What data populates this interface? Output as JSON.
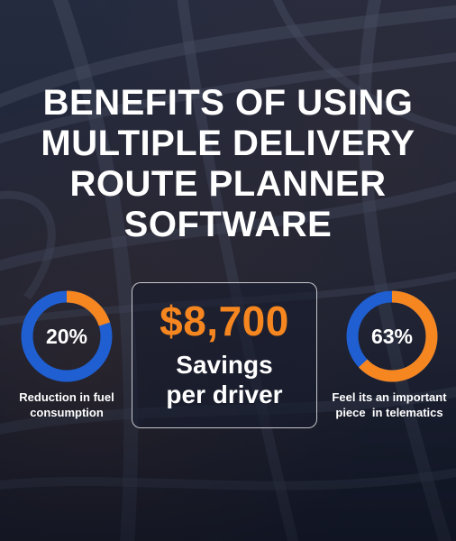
{
  "title": {
    "lines": [
      "BENEFITS OF USING",
      "MULTIPLE DELIVERY",
      "ROUTE PLANNER",
      "SOFTWARE"
    ]
  },
  "stats": {
    "left": {
      "value": "20%",
      "fraction": 0.2,
      "caption_lines": [
        "Reduction in fuel",
        "consumption"
      ]
    },
    "center": {
      "amount": "$8,700",
      "label_lines": [
        "Savings",
        "per driver"
      ]
    },
    "right": {
      "value": "63%",
      "fraction": 0.63,
      "caption_lines": [
        "Feel its an important",
        "piece  in telematics"
      ]
    }
  },
  "colors": {
    "ring_track": "#1f5fd1",
    "ring_fill": "#f6861f",
    "amount": "#f6861f",
    "text": "#ffffff"
  }
}
